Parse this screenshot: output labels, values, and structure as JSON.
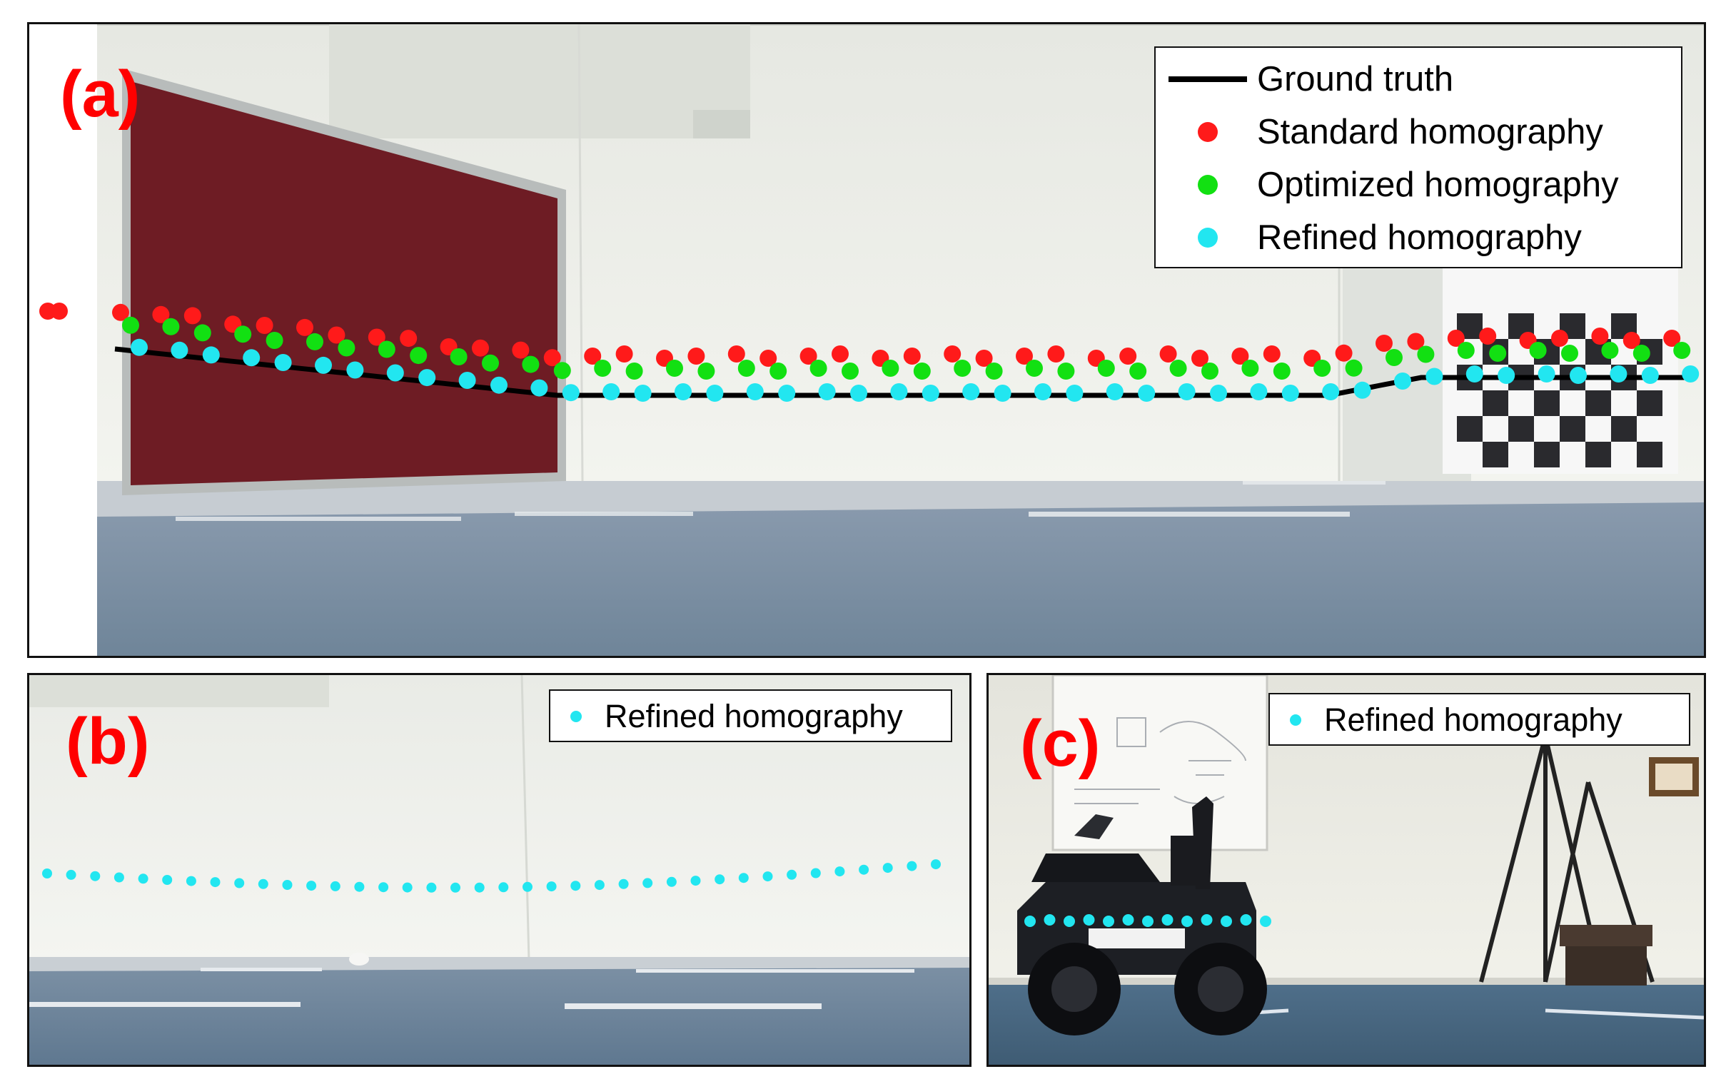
{
  "panels": {
    "a": {
      "label": "(a)",
      "legend": {
        "ground_truth": "Ground truth",
        "standard": "Standard homography",
        "optimized": "Optimized homography",
        "refined": "Refined homography"
      }
    },
    "b": {
      "label": "(b)",
      "legend": {
        "refined": "Refined homography"
      }
    },
    "c": {
      "label": "(c)",
      "legend": {
        "refined": "Refined homography"
      }
    }
  },
  "colors": {
    "ground_truth": "#000000",
    "standard": "#ff1a1a",
    "optimized": "#12e012",
    "refined": "#22e6f0",
    "panel_label": "#ff0000"
  },
  "icons": {
    "ground_truth": "black-line-icon",
    "standard": "red-dot-icon",
    "optimized": "green-dot-icon",
    "refined": "cyan-dot-icon"
  }
}
